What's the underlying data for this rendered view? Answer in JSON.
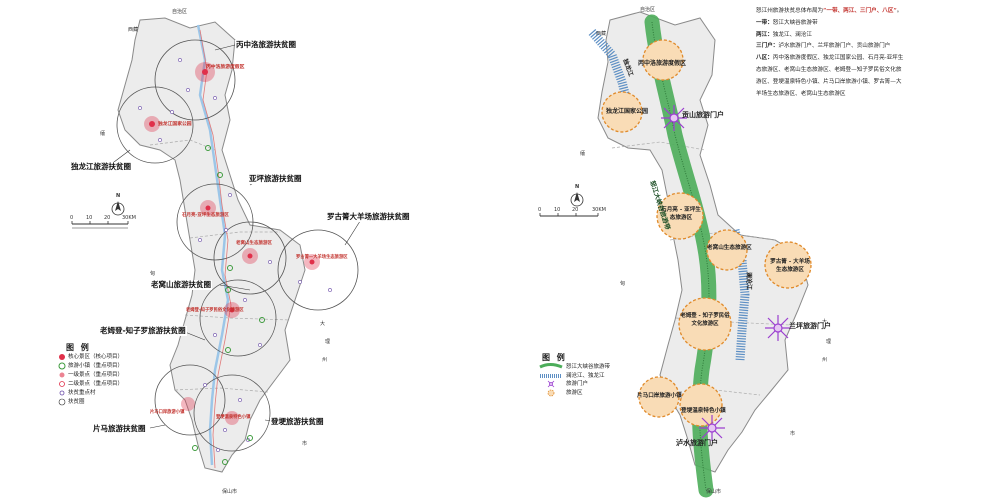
{
  "left_map": {
    "callouts": [
      "丙中洛旅游扶贫圈",
      "独龙江旅游扶贫圈",
      "亚坪旅游扶贫圈",
      "罗古箐大羊场旅游扶贫圈",
      "老窝山旅游扶贫圈",
      "老姆登-知子罗旅游扶贫圈",
      "登埂旅游扶贫圈",
      "片马旅游扶贫圈"
    ],
    "spots": [
      "丙中洛旅游度假区",
      "独龙江国家公园",
      "石月亮-亚坪生态旅游区",
      "老窝山生态旅游区",
      "罗古箐—大羊场生态旅游区",
      "老姆登-知子罗民俗文化旅游区",
      "片马口岸旅游小镇",
      "登埂温泉特色小镇"
    ],
    "scale": {
      "north": "N",
      "ticks": [
        "0",
        "10",
        "20",
        "30KM"
      ]
    },
    "legend": {
      "title": "图 例",
      "items": [
        "核心景区（核心项目）",
        "旅游小镇（重点项目）",
        "一级景点（重点项目）",
        "二级景点（重点项目）",
        "扶贫重点村",
        "扶贫圈"
      ]
    },
    "border_labels": [
      "西藏",
      "自治区",
      "缅",
      "甸",
      "大",
      "理",
      "州",
      "保山市",
      "市"
    ]
  },
  "right_map": {
    "labels": {
      "bingzhongluo": "丙中洛旅游度假区",
      "dulong_park": "独龙江国家公园",
      "gongshan_gate": "贡山旅游门户",
      "shiyueliang": "石月亮 - 亚坪生态旅游区",
      "laowoshan": "老窝山生态旅游区",
      "luoguqing": "罗古箐 - 大羊场生态旅游区",
      "laomudeng": "老姆登 - 知子罗民俗文化旅游区",
      "lanping_gate": "兰坪旅游门户",
      "pianma": "片马口岸旅游小镇",
      "denggeng": "登埂温泉特色小镇",
      "lushui_gate": "泸水旅游门户",
      "belt_label": "怒江大峡谷旅游带",
      "dulong_river": "独龙江",
      "lancang_river": "澜沧江"
    },
    "scale": {
      "north": "N",
      "ticks": [
        "0",
        "10",
        "20",
        "30KM"
      ]
    },
    "legend": {
      "title": "图 例",
      "items": [
        "怒江大峡谷旅游带",
        "澜沧江、独龙江",
        "旅游门户",
        "旅游区"
      ]
    },
    "border_labels": [
      "西藏",
      "自治区",
      "缅",
      "甸",
      "大",
      "理",
      "州",
      "保山市",
      "市"
    ]
  },
  "info": {
    "intro_prefix": "怒江州旅游扶贫总体布局为",
    "intro_highlight": "“一带、两江、三门户、八区”",
    "intro_suffix": "。",
    "one_belt_head": "一带：",
    "one_belt": "怒江大峡谷旅游带",
    "two_rivers_head": "两江：",
    "two_rivers": "独龙江、澜沧江",
    "three_gates_head": "三门户：",
    "three_gates": "泸水旅游门户、兰坪旅游门户、贡山旅游门户",
    "eight_zones_head": "八区：",
    "eight_zones": "丙中洛旅游度假区、独龙江国家公园、石月亮-亚坪生态旅游区、老窝山生态旅游区、老姆登—知子罗民俗文化旅游区、登埂温泉特色小镇、片马口岸旅游小镇、罗古箐—大羊场生态旅游区、老窝山生态旅游区"
  },
  "colors": {
    "belt": "#4cad5a",
    "river": "#5d8fc4",
    "zone_fill": "#f9dcb6",
    "zone_stroke": "#e08a2a",
    "gate": "#9b3fd0",
    "core": "#e0304a",
    "land": "#ececec"
  }
}
